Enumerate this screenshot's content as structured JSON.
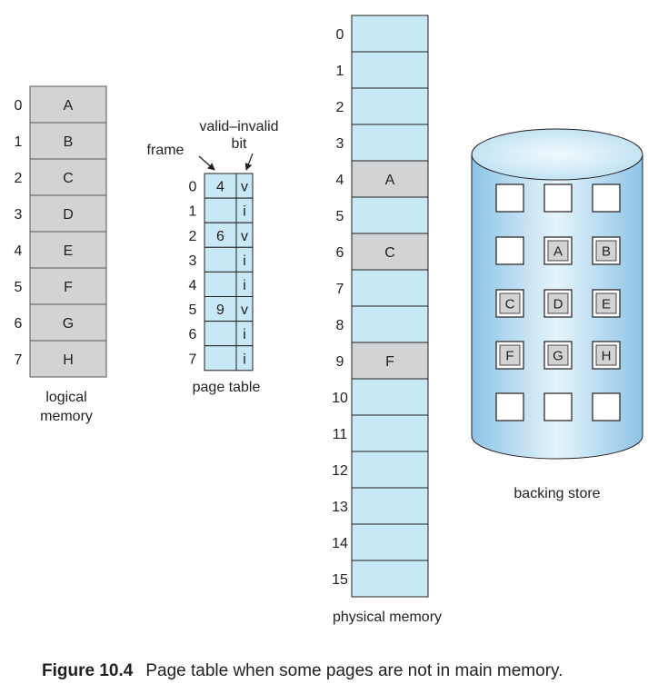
{
  "logical_memory": {
    "indices": [
      "0",
      "1",
      "2",
      "3",
      "4",
      "5",
      "6",
      "7"
    ],
    "pages": [
      "A",
      "B",
      "C",
      "D",
      "E",
      "F",
      "G",
      "H"
    ],
    "label_line1": "logical",
    "label_line2": "memory",
    "colors": {
      "fill": "#d1d3d4",
      "stroke": "#58595b"
    }
  },
  "page_table": {
    "indices": [
      "0",
      "1",
      "2",
      "3",
      "4",
      "5",
      "6",
      "7"
    ],
    "frames": [
      "4",
      "",
      "6",
      "",
      "",
      "9",
      "",
      ""
    ],
    "bits": [
      "v",
      "i",
      "v",
      "i",
      "i",
      "v",
      "i",
      "i"
    ],
    "label": "page table",
    "frame_label": "frame",
    "valid_invalid_line1": "valid–invalid",
    "valid_invalid_line2": "bit",
    "colors": {
      "fill": "#c9e8f6",
      "stroke": "#231f20"
    }
  },
  "physical_memory": {
    "indices": [
      "0",
      "1",
      "2",
      "3",
      "4",
      "5",
      "6",
      "7",
      "8",
      "9",
      "10",
      "11",
      "12",
      "13",
      "14",
      "15"
    ],
    "frames": [
      "",
      "",
      "",
      "",
      "A",
      "",
      "C",
      "",
      "",
      "F",
      "",
      "",
      "",
      "",
      "",
      ""
    ],
    "label": "physical memory",
    "colors": {
      "fill": "#c9e8f6",
      "occupied": "#d1d3d4",
      "stroke": "#231f20"
    }
  },
  "backing_store": {
    "rows": [
      [
        "",
        "",
        ""
      ],
      [
        "",
        "A",
        "B"
      ],
      [
        "C",
        "D",
        "E"
      ],
      [
        "F",
        "G",
        "H"
      ],
      [
        "",
        "",
        ""
      ]
    ],
    "label": "backing store",
    "colors": {
      "gradient_light": "#e6f4fb",
      "gradient_dark": "#8dc4e6",
      "stroke": "#231f20",
      "box_filled": "#d1d3d4"
    }
  },
  "caption": {
    "figure": "Figure 10.4",
    "text": "Page table when some pages are not in main memory."
  }
}
